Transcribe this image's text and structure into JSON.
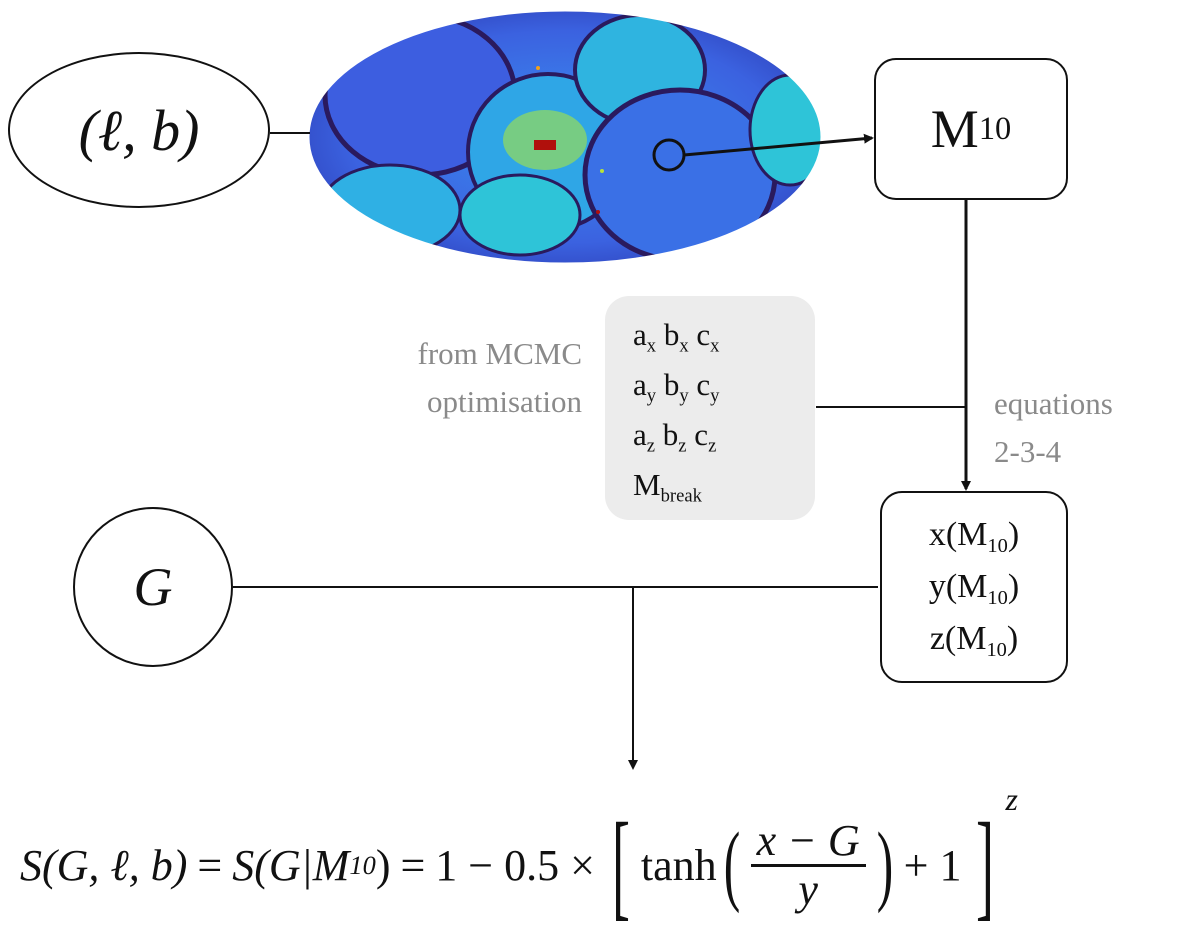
{
  "nodes": {
    "position": {
      "label": "(ℓ, b)",
      "shape": "ellipse"
    },
    "magnitude_m10": {
      "base": "M",
      "subscript": "10",
      "shape": "rounded-box"
    },
    "g_magnitude": {
      "label": "G",
      "shape": "circle"
    },
    "functions": {
      "lines": [
        {
          "func": "x(M",
          "sub": "10",
          "close": ")"
        },
        {
          "func": "y(M",
          "sub": "10",
          "close": ")"
        },
        {
          "func": "z(M",
          "sub": "10",
          "close": ")"
        }
      ]
    },
    "parameters": {
      "rows": [
        {
          "a": "a",
          "b": "b",
          "c": "c",
          "sub": "x"
        },
        {
          "a": "a",
          "b": "b",
          "c": "c",
          "sub": "y"
        },
        {
          "a": "a",
          "b": "b",
          "c": "c",
          "sub": "z"
        }
      ],
      "break": {
        "base": "M",
        "sub": "break"
      }
    }
  },
  "annotations": {
    "mcmc": [
      "from MCMC",
      "optimisation"
    ],
    "equations": [
      "equations",
      "2-3-4"
    ]
  },
  "sky_map": {
    "description": "all-sky Mollweide map of M10 (colour-coded)",
    "colormap": [
      "#2a0f5a",
      "#3b4fd8",
      "#3a8ef0",
      "#2ec4d8",
      "#b8e23a",
      "#f2a019",
      "#b0100c"
    ]
  },
  "formula": {
    "lhs1": "S(G, ℓ, b)",
    "eq1": "=",
    "lhs2_pre": "S(G|M",
    "lhs2_sub": "10",
    "lhs2_post": ")",
    "eq2": "=",
    "const": "1 − 0.5 ×",
    "tanh": "tanh",
    "numerator": "x − G",
    "denominator": "y",
    "plus_one": "+ 1",
    "exponent": "z"
  }
}
